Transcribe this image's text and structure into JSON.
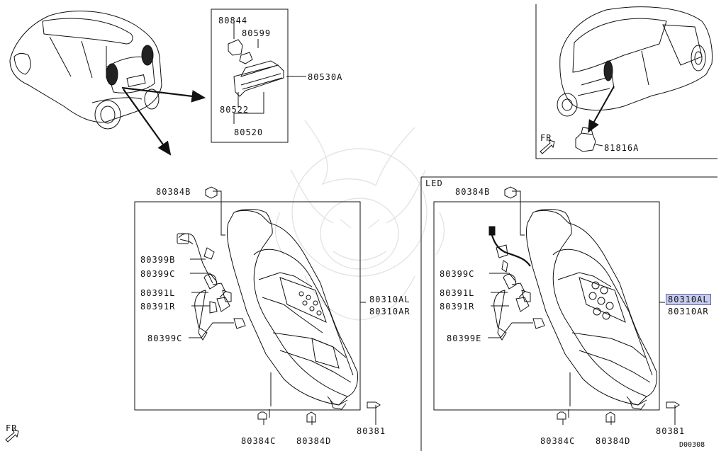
{
  "diagram": {
    "code": "D00308",
    "fr_label": "FR",
    "led_label": "LED",
    "top_center": {
      "p80844": "80844",
      "p80599": "80599",
      "p80530A": "80530A",
      "p80522": "80522",
      "p80520": "80520"
    },
    "top_right": {
      "p81816A": "81816A"
    },
    "left_panel": {
      "p80384B": "80384B",
      "p80399B": "80399B",
      "p80399C_1": "80399C",
      "p80391L": "80391L",
      "p80391R": "80391R",
      "p80399C_2": "80399C",
      "p80310AL": "80310AL",
      "p80310AR": "80310AR",
      "p80384C": "80384C",
      "p80384D": "80384D",
      "p80381": "80381"
    },
    "right_panel": {
      "p80384B": "80384B",
      "p80399C": "80399C",
      "p80391L": "80391L",
      "p80391R": "80391R",
      "p80399E": "80399E",
      "p80310AL": "80310AL",
      "p80310AR": "80310AR",
      "p80384C": "80384C",
      "p80384D": "80384D",
      "p80381": "80381"
    },
    "highlighted_part": "80310AL"
  }
}
